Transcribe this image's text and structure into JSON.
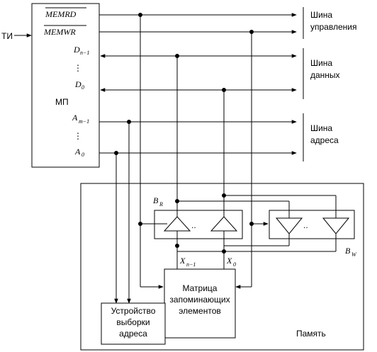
{
  "input_label": "ТИ",
  "mp_label": "МП",
  "mp_signals": {
    "memrd": "MEMRD",
    "memwr": "MEMWR",
    "d_high": "D",
    "d_high_sub": "n−1",
    "d_low": "D",
    "d_low_sub": "0",
    "a_high": "A",
    "a_high_sub": "m−1",
    "a_low": "A",
    "a_low_sub": "0",
    "dots": "⋮"
  },
  "buses": {
    "control": [
      "Шина",
      "управления"
    ],
    "data": [
      "Шина",
      "данных"
    ],
    "address": [
      "Шина",
      "адреса"
    ]
  },
  "memory": {
    "label": "Память",
    "br_label": "B",
    "br_sub": "R",
    "bw_label": "B",
    "bw_sub": "W",
    "xn_label": "X",
    "xn_sub": "n−1",
    "x0_label": "X",
    "x0_sub": "0",
    "dots": "..",
    "matrix": [
      "Матрица",
      "запоминающих",
      "элементов"
    ],
    "addr_unit": [
      "Устройство",
      "выборки",
      "адреса"
    ]
  }
}
